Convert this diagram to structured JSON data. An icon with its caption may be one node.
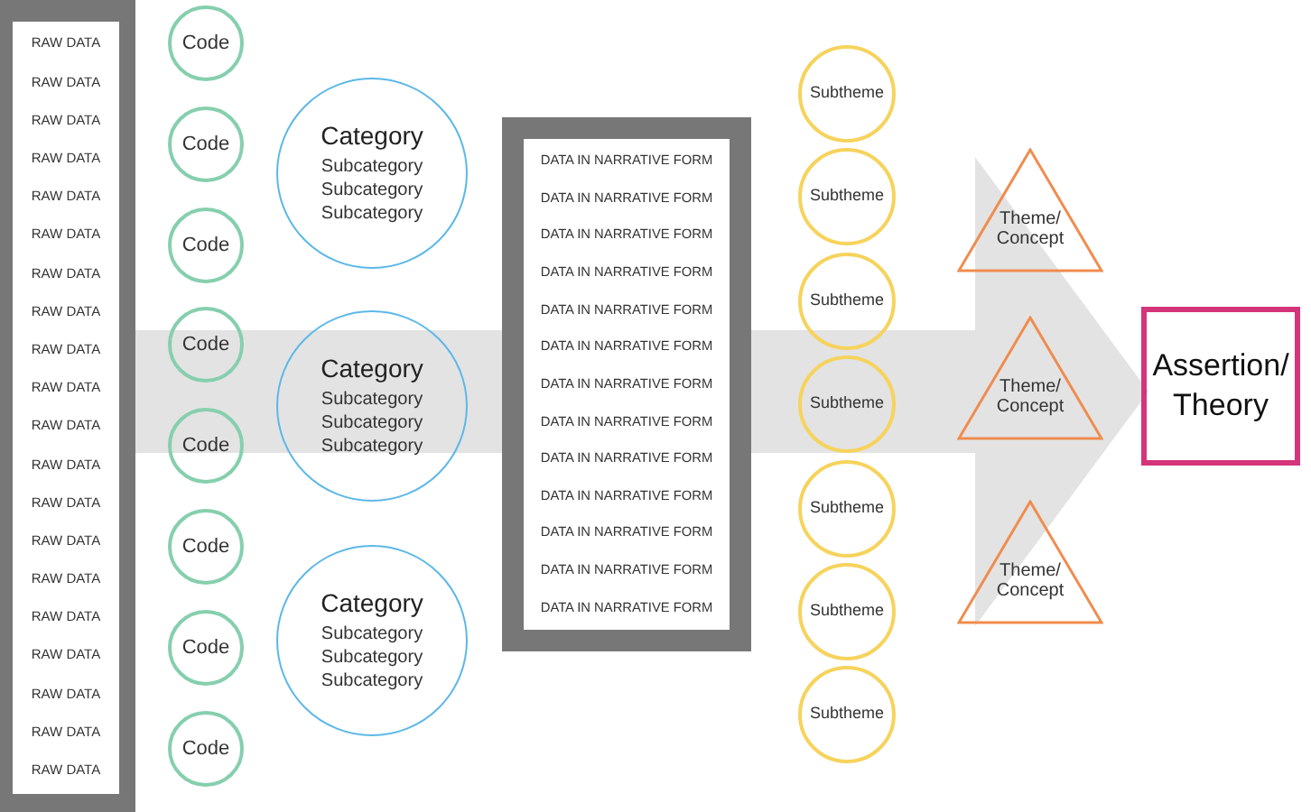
{
  "diagram": {
    "nodes": [
      {
        "text": [
          "RAW DATA",
          "RAW DATA",
          "RAW DATA",
          "RAW DATA",
          "RAW DATA",
          "RAW DATA",
          "RAW DATA",
          "RAW DATA",
          "RAW DATA",
          "RAW DATA",
          "RAW DATA",
          "RAW DATA",
          "RAW DATA",
          "RAW DATA",
          "RAW DATA",
          "RAW DATA",
          "RAW DATA",
          "RAW DATA",
          "RAW DATA",
          "RAW DATA"
        ]
      },
      {
        "text": [
          "Code"
        ]
      },
      {
        "text": [
          "Code"
        ]
      },
      {
        "text": [
          "Code"
        ]
      },
      {
        "text": [
          "Code"
        ]
      },
      {
        "text": [
          "Code"
        ]
      },
      {
        "text": [
          "Code"
        ]
      },
      {
        "text": [
          "Code"
        ]
      },
      {
        "text": [
          "Code"
        ]
      },
      {
        "text": [
          "Category",
          "Subcategory",
          "Subcategory",
          "Subcategory"
        ]
      },
      {
        "text": [
          "Category",
          "Subcategory",
          "Subcategory",
          "Subcategory"
        ]
      },
      {
        "text": [
          "Category",
          "Subcategory",
          "Subcategory",
          "Subcategory"
        ]
      },
      {
        "text": [
          "DATA IN NARRATIVE FORM",
          "DATA IN NARRATIVE FORM",
          "DATA IN NARRATIVE FORM",
          "DATA IN NARRATIVE FORM",
          "DATA IN NARRATIVE FORM",
          "DATA IN NARRATIVE FORM",
          "DATA IN NARRATIVE FORM",
          "DATA IN NARRATIVE FORM",
          "DATA IN NARRATIVE FORM",
          "DATA IN NARRATIVE FORM",
          "DATA IN NARRATIVE FORM",
          "DATA IN NARRATIVE FORM",
          "DATA IN NARRATIVE FORM"
        ]
      },
      {
        "text": [
          "Subtheme"
        ]
      },
      {
        "text": [
          "Subtheme"
        ]
      },
      {
        "text": [
          "Subtheme"
        ]
      },
      {
        "text": [
          "Subtheme"
        ]
      },
      {
        "text": [
          "Subtheme"
        ]
      },
      {
        "text": [
          "Subtheme"
        ]
      },
      {
        "text": [
          "Subtheme"
        ]
      },
      {
        "text": [
          "Theme/ Concept"
        ]
      },
      {
        "text": [
          "Theme/ Concept"
        ]
      },
      {
        "text": [
          "Theme/ Concept"
        ]
      },
      {
        "text": [
          "Assertion/ Theory"
        ]
      }
    ],
    "edges": [
      {
        "from": 0,
        "to": 23,
        "arrow": "to",
        "style": "thick",
        "color": "#e3e3e3"
      }
    ]
  }
}
